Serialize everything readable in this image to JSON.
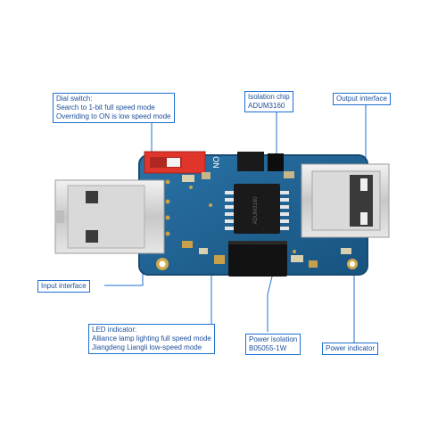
{
  "callouts": {
    "dial_switch": {
      "lines": [
        "Dial switch:",
        "Search to 1-bit full speed mode",
        "Overriding to ON is low speed mode"
      ]
    },
    "isolation_chip": {
      "lines": [
        "Isolation chip",
        "ADUM3160"
      ]
    },
    "output_interface": {
      "lines": [
        "Output interface"
      ]
    },
    "input_interface": {
      "lines": [
        "Input interface"
      ]
    },
    "led_indicator": {
      "lines": [
        "LED indicator:",
        "Alliance lamp lighting full speed mode",
        "Jiangdeng Liangli low-speed mode"
      ]
    },
    "power_isolation": {
      "lines": [
        "Power isolation",
        "B05055-1W"
      ]
    },
    "power_indicator": {
      "lines": [
        "Power indicator"
      ]
    }
  },
  "board": {
    "switch_marking": "ON",
    "chip_marking": "ADUM3160"
  },
  "colors": {
    "callout_border": "#1d6fd0",
    "callout_text": "#1d4f9a",
    "pcb": "#1f5f8f",
    "pcb_edge": "#174a70",
    "switch_red": "#e0352b",
    "usb_metal": "#c9c9c9"
  }
}
